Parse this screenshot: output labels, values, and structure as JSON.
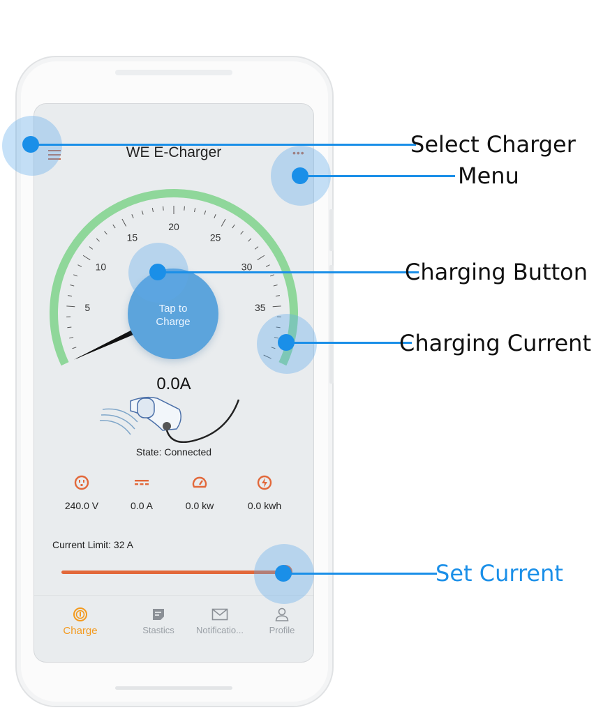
{
  "app": {
    "title": "WE E-Charger",
    "menu_icon": "hamburger-icon",
    "more_icon": "more-dots-icon",
    "more_glyph": "•••"
  },
  "gauge": {
    "ticks": [
      "5",
      "10",
      "15",
      "20",
      "25",
      "30",
      "35"
    ],
    "min": 0,
    "max": 40,
    "needle_value": 0,
    "arc_color": "#8fd79a",
    "button_label": "Tap to Charge",
    "button_color": "#5ca4dc",
    "reading": "0.0A"
  },
  "state": "State: Connected",
  "stats": [
    {
      "icon": "outlet-icon",
      "value": "240.0 V"
    },
    {
      "icon": "dc-current-icon",
      "value": "0.0 A"
    },
    {
      "icon": "speedometer-icon",
      "value": "0.0 kw"
    },
    {
      "icon": "lightning-icon",
      "value": "0.0 kwh"
    }
  ],
  "current_limit": {
    "label": "Current Limit: 32 A",
    "fraction": 1.0
  },
  "nav": [
    {
      "icon": "charge-icon",
      "label": "Charge",
      "active": true
    },
    {
      "icon": "note-icon",
      "label": "Stastics",
      "active": false
    },
    {
      "icon": "envelope-icon",
      "label": "Notificatio...",
      "active": false
    },
    {
      "icon": "person-icon",
      "label": "Profile",
      "active": false
    }
  ],
  "callouts": {
    "select_charger": "Select Charger",
    "menu": "Menu",
    "charging_button": "Charging Button",
    "charging_current": "Charging Current",
    "set_current": "Set Current"
  },
  "colors": {
    "accent": "#e2683a",
    "nav_active": "#f39a1e",
    "callout_blue": "#1a8fe8"
  }
}
